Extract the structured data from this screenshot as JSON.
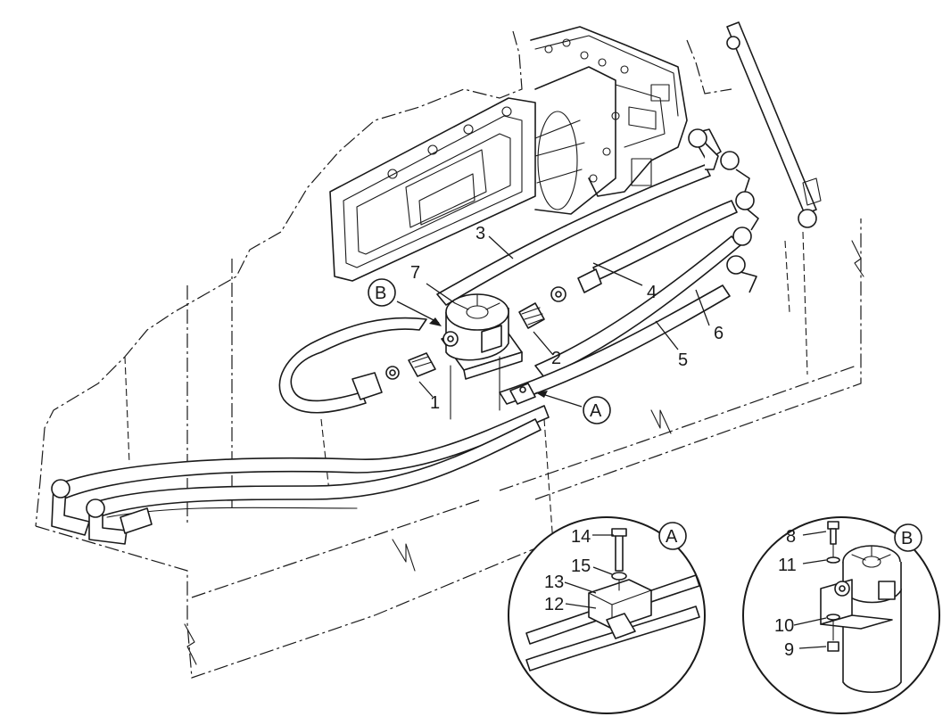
{
  "callouts": {
    "c1": "1",
    "c2": "2",
    "c3": "3",
    "c4": "4",
    "c5": "5",
    "c6": "6",
    "c7": "7",
    "c8": "8",
    "c9": "9",
    "c10": "10",
    "c11": "11",
    "c12": "12",
    "c13": "13",
    "c14": "14",
    "c15": "15"
  },
  "views": {
    "a": "A",
    "b": "B"
  }
}
